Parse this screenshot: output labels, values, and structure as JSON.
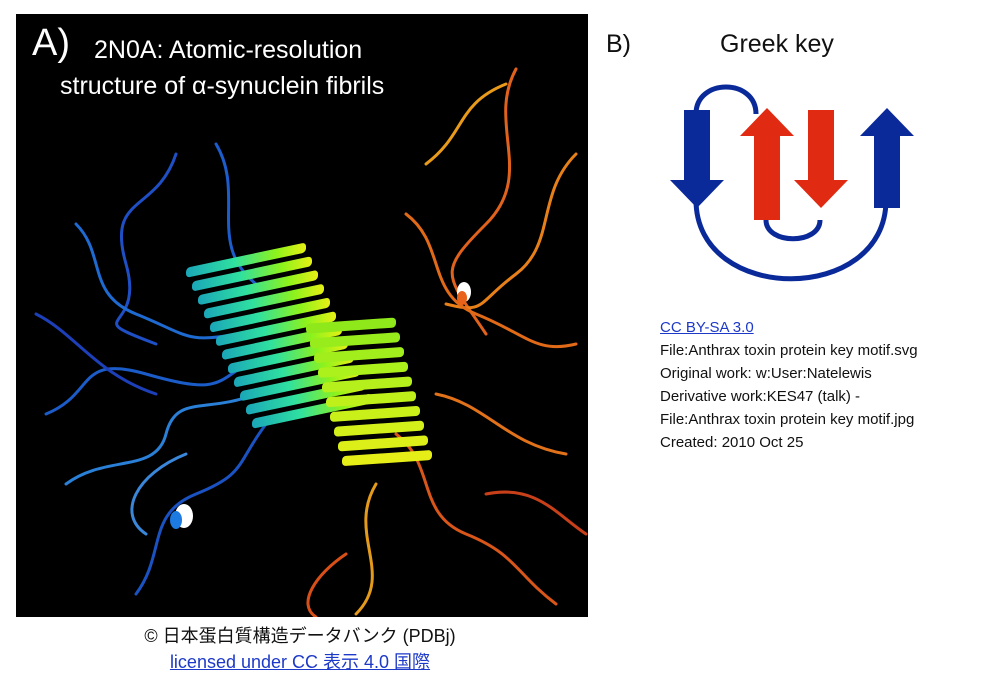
{
  "panel_a": {
    "label": "A)",
    "title_line1": "2N0A: Atomic-resolution",
    "title_line2": "structure of α-synuclein fibrils",
    "copyright": "© 日本蛋白質構造データバンク (PDBj)",
    "license_link": "licensed under CC 表示 4.0 国際"
  },
  "panel_b": {
    "label": "B)",
    "title": "Greek key",
    "colors": {
      "outer_strand": "#0b2a9a",
      "inner_strand": "#e02a12",
      "loop": "#0b2a9a"
    },
    "credits": {
      "license_link": "CC BY-SA 3.0",
      "line1": "File:Anthrax toxin protein key motif.svg",
      "line2": "Original work: w:User:Natelewis",
      "line3": "Derivative work:KES47 (talk) -",
      "line4": "File:Anthrax toxin protein key motif.jpg",
      "line5": "Created: 2010 Oct 25"
    }
  }
}
